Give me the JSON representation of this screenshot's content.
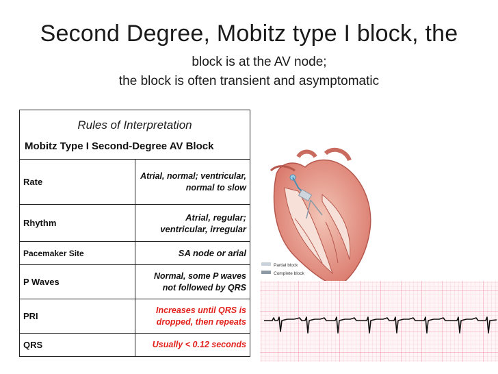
{
  "title": {
    "main": "Second Degree, Mobitz type I block, the",
    "line2": "block is at the AV node;",
    "line3": "the block is often transient and asymptomatic"
  },
  "table": {
    "header_title": "Rules of Interpretation",
    "header_subtitle": "Mobitz Type I Second-Degree AV Block",
    "rows": [
      {
        "label": "Rate",
        "value": "Atrial, normal; ventricular, normal to slow"
      },
      {
        "label": "Rhythm",
        "value": "Atrial, regular; ventricular, irregular"
      },
      {
        "label": "Pacemaker Site",
        "value": "SA node or arial"
      },
      {
        "label": "P Waves",
        "value": "Normal, some P waves not followed by QRS"
      },
      {
        "label": "PRI",
        "value": "Increases until QRS is dropped, then repeats"
      },
      {
        "label": "QRS",
        "value": "Usually < 0.12 seconds"
      }
    ]
  },
  "figure": {
    "legend": [
      "Partial block",
      "Complete block"
    ]
  },
  "colors": {
    "red_text": "#e2211c",
    "ecg_grid": "#f2a6b6",
    "ecg_trace": "#111111",
    "heart": "#d9776a"
  }
}
